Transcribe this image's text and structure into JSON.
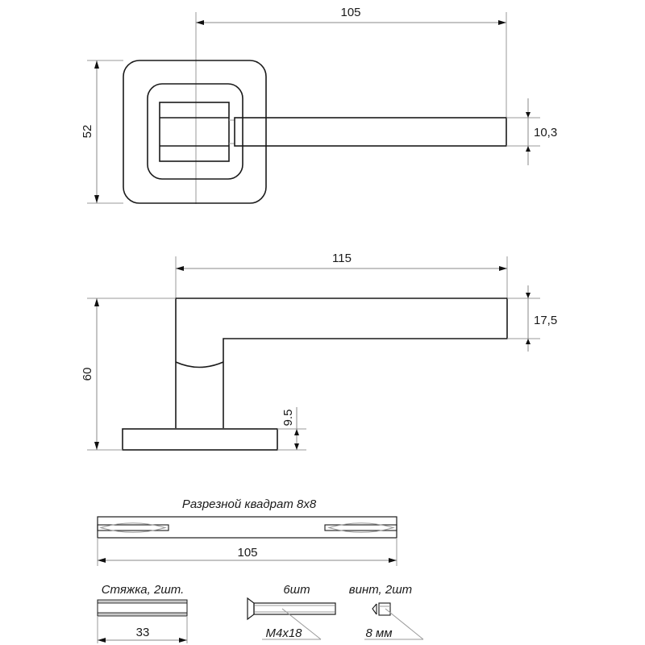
{
  "top_view": {
    "length_label": "105",
    "rosette_height_label": "52",
    "lever_thickness_label": "10,3"
  },
  "side_view": {
    "length_label": "115",
    "height_label": "60",
    "lever_height_label": "17,5",
    "base_height_label": "9.5"
  },
  "spindle": {
    "title": "Разрезной квадрат 8х8",
    "length_label": "105"
  },
  "coupler": {
    "title": "Стяжка, 2шт.",
    "length_label": "33"
  },
  "screw": {
    "title": "6шт",
    "size_label": "М4х18"
  },
  "set_screw": {
    "title": "винт, 2шт",
    "size_label": "8 мм"
  },
  "colors": {
    "line": "#1a1a1a",
    "dimension": "#8a8a8a"
  }
}
